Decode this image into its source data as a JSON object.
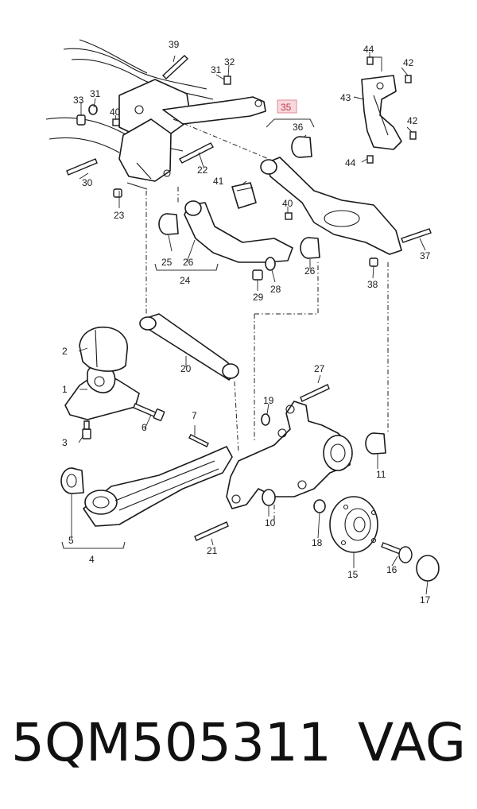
{
  "diagram": {
    "callouts": {
      "c1": "1",
      "c2": "2",
      "c3": "3",
      "c4": "4",
      "c5": "5",
      "c6": "6",
      "c7": "7",
      "c10": "10",
      "c11": "11",
      "c15": "15",
      "c16": "16",
      "c17": "17",
      "c18": "18",
      "c19": "19",
      "c20": "20",
      "c21": "21",
      "c22": "22",
      "c23": "23",
      "c24": "24",
      "c25": "25",
      "c26a": "26",
      "c26b": "26",
      "c27": "27",
      "c28": "28",
      "c29": "29",
      "c30": "30",
      "c31a": "31",
      "c31b": "31",
      "c32": "32",
      "c33": "33",
      "c35": "35",
      "c36": "36",
      "c37": "37",
      "c38": "38",
      "c39": "39",
      "c40a": "40",
      "c40b": "40",
      "c41": "41",
      "c42a": "42",
      "c42b": "42",
      "c43": "43",
      "c44a": "44",
      "c44b": "44"
    },
    "highlighted_callout": "35",
    "highlight_color": "#c2394a"
  },
  "caption": {
    "part_number": "5QM505311",
    "brand": "VAG"
  }
}
